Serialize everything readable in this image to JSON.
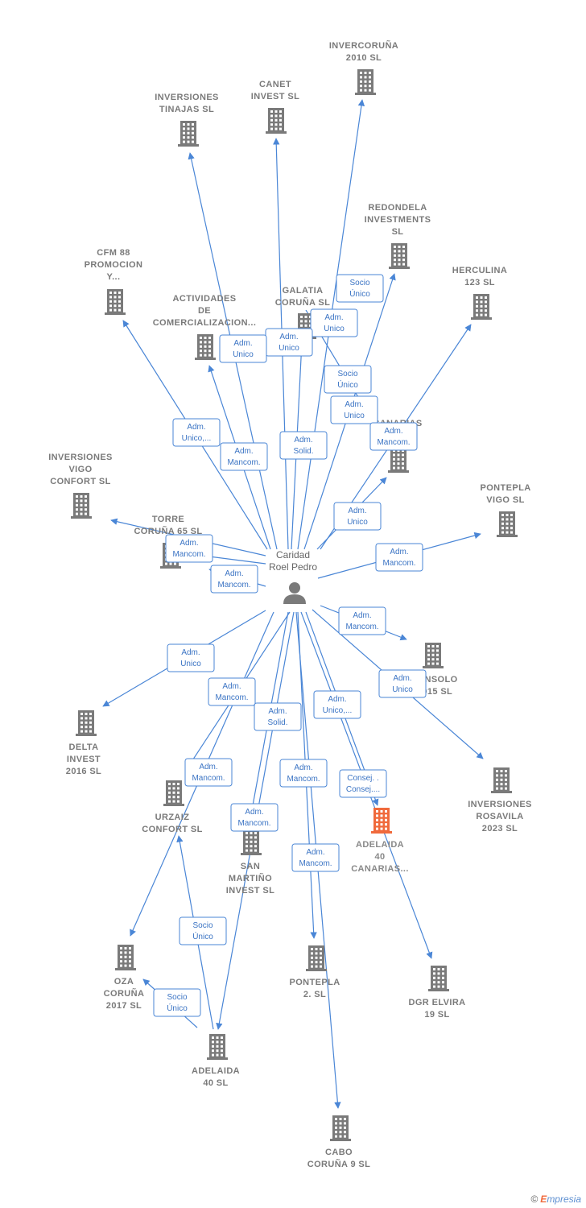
{
  "center": {
    "name_lines": [
      "Caridad",
      "Roel Pedro"
    ],
    "icon": "person-icon"
  },
  "companies": [
    {
      "id": "invercoruna",
      "lines": [
        "INVERCORUÑA",
        "2010  SL"
      ]
    },
    {
      "id": "inversiones_tinajas",
      "lines": [
        "INVERSIONES",
        "TINAJAS  SL"
      ]
    },
    {
      "id": "canet",
      "lines": [
        "CANET",
        "INVEST  SL"
      ]
    },
    {
      "id": "redondela",
      "lines": [
        "REDONDELA",
        "INVESTMENTS",
        "SL"
      ]
    },
    {
      "id": "herculina",
      "lines": [
        "HERCULINA",
        "123  SL"
      ]
    },
    {
      "id": "cfm88",
      "lines": [
        "CFM 88",
        "PROMOCION",
        "Y..."
      ]
    },
    {
      "id": "actividades",
      "lines": [
        "ACTIVIDADES",
        "DE",
        "COMERCIALIZACION..."
      ]
    },
    {
      "id": "galatia",
      "lines": [
        "GALATIA",
        "CORUÑA SL"
      ]
    },
    {
      "id": "canarias_bs",
      "lines": [
        "CANARIAS",
        "B        SL"
      ]
    },
    {
      "id": "inversiones_vigo",
      "lines": [
        "INVERSIONES",
        "VIGO",
        "CONFORT  SL"
      ]
    },
    {
      "id": "pontepla_vigo",
      "lines": [
        "PONTEPLA",
        "VIGO  SL"
      ]
    },
    {
      "id": "torre_coruna",
      "lines": [
        "TORRE",
        "CORUÑA 65  SL"
      ]
    },
    {
      "id": "sunsolo",
      "lines": [
        "SUNSOLO",
        "2015  SL"
      ]
    },
    {
      "id": "delta",
      "lines": [
        "DELTA",
        "INVEST",
        "2016  SL"
      ]
    },
    {
      "id": "rosavila",
      "lines": [
        "INVERSIONES",
        "ROSAVILA",
        "2023  SL"
      ]
    },
    {
      "id": "urzaiz",
      "lines": [
        "URZAIZ",
        "CONFORT  SL"
      ]
    },
    {
      "id": "adelaida_canarias",
      "lines": [
        "ADELAIDA",
        "40",
        "CANARIAS..."
      ]
    },
    {
      "id": "san_martino",
      "lines": [
        "SAN",
        "MARTIÑO",
        "INVEST  SL"
      ]
    },
    {
      "id": "oza",
      "lines": [
        "OZA",
        "CORUÑA",
        "2017  SL"
      ]
    },
    {
      "id": "pontepla2",
      "lines": [
        "PONTEPLA",
        "2.   SL"
      ]
    },
    {
      "id": "dgr",
      "lines": [
        "DGR ELVIRA",
        "19  SL"
      ]
    },
    {
      "id": "adelaida40",
      "lines": [
        "ADELAIDA",
        "40  SL"
      ]
    },
    {
      "id": "cabo",
      "lines": [
        "CABO",
        "CORUÑA 9  SL"
      ]
    }
  ],
  "relations": [
    {
      "id": "r_socio_redondela",
      "lines": [
        "Socio",
        "Único"
      ]
    },
    {
      "id": "r_adm_galatia1",
      "lines": [
        "Adm.",
        "Unico"
      ]
    },
    {
      "id": "r_adm_galatia2",
      "lines": [
        "Adm.",
        "Unico"
      ]
    },
    {
      "id": "r_adm_actividades",
      "lines": [
        "Adm.",
        "Unico"
      ]
    },
    {
      "id": "r_socio_canarias",
      "lines": [
        "Socio",
        "Único"
      ]
    },
    {
      "id": "r_adm_canarias",
      "lines": [
        "Adm.",
        "Unico"
      ]
    },
    {
      "id": "r_mancom_canarias",
      "lines": [
        "Adm.",
        "Mancom."
      ]
    },
    {
      "id": "r_adm_cfm",
      "lines": [
        "Adm.",
        "Unico,..."
      ]
    },
    {
      "id": "r_mancom_actividades",
      "lines": [
        "Adm.",
        "Mancom."
      ]
    },
    {
      "id": "r_solid_top",
      "lines": [
        "Adm.",
        "Solid."
      ]
    },
    {
      "id": "r_adm_herculina",
      "lines": [
        "Adm.",
        "Unico"
      ]
    },
    {
      "id": "r_mancom_torre",
      "lines": [
        "Adm.",
        "Mancom."
      ]
    },
    {
      "id": "r_mancom_pontepla_vigo",
      "lines": [
        "Adm.",
        "Mancom."
      ]
    },
    {
      "id": "r_mancom_vigo",
      "lines": [
        "Adm.",
        "Mancom."
      ]
    },
    {
      "id": "r_mancom_sunsolo",
      "lines": [
        "Adm.",
        "Mancom."
      ]
    },
    {
      "id": "r_adm_delta",
      "lines": [
        "Adm.",
        "Unico"
      ]
    },
    {
      "id": "r_adm_rosavila",
      "lines": [
        "Adm.",
        "Unico"
      ]
    },
    {
      "id": "r_mancom_urzaiz1",
      "lines": [
        "Adm.",
        "Mancom."
      ]
    },
    {
      "id": "r_solid_bottom",
      "lines": [
        "Adm.",
        "Solid."
      ]
    },
    {
      "id": "r_adm_dgr",
      "lines": [
        "Adm.",
        "Unico,..."
      ]
    },
    {
      "id": "r_mancom_urzaiz2",
      "lines": [
        "Adm.",
        "Mancom."
      ]
    },
    {
      "id": "r_mancom_pontepla2",
      "lines": [
        "Adm.",
        "Mancom."
      ]
    },
    {
      "id": "r_consej",
      "lines": [
        "Consej. .",
        "Consej...."
      ]
    },
    {
      "id": "r_mancom_sanmartino",
      "lines": [
        "Adm.",
        "Mancom."
      ]
    },
    {
      "id": "r_mancom_cabo",
      "lines": [
        "Adm.",
        "Mancom."
      ]
    },
    {
      "id": "r_socio_urzaiz",
      "lines": [
        "Socio",
        "Único"
      ]
    },
    {
      "id": "r_socio_oza",
      "lines": [
        "Socio",
        "Único"
      ]
    }
  ],
  "credit": {
    "symbol": "©",
    "brand_initial": "E",
    "brand_rest": "mpresia"
  },
  "colors": {
    "edge": "#4a86d6",
    "building": "#7a7a7a",
    "highlight": "#f06a3c"
  }
}
